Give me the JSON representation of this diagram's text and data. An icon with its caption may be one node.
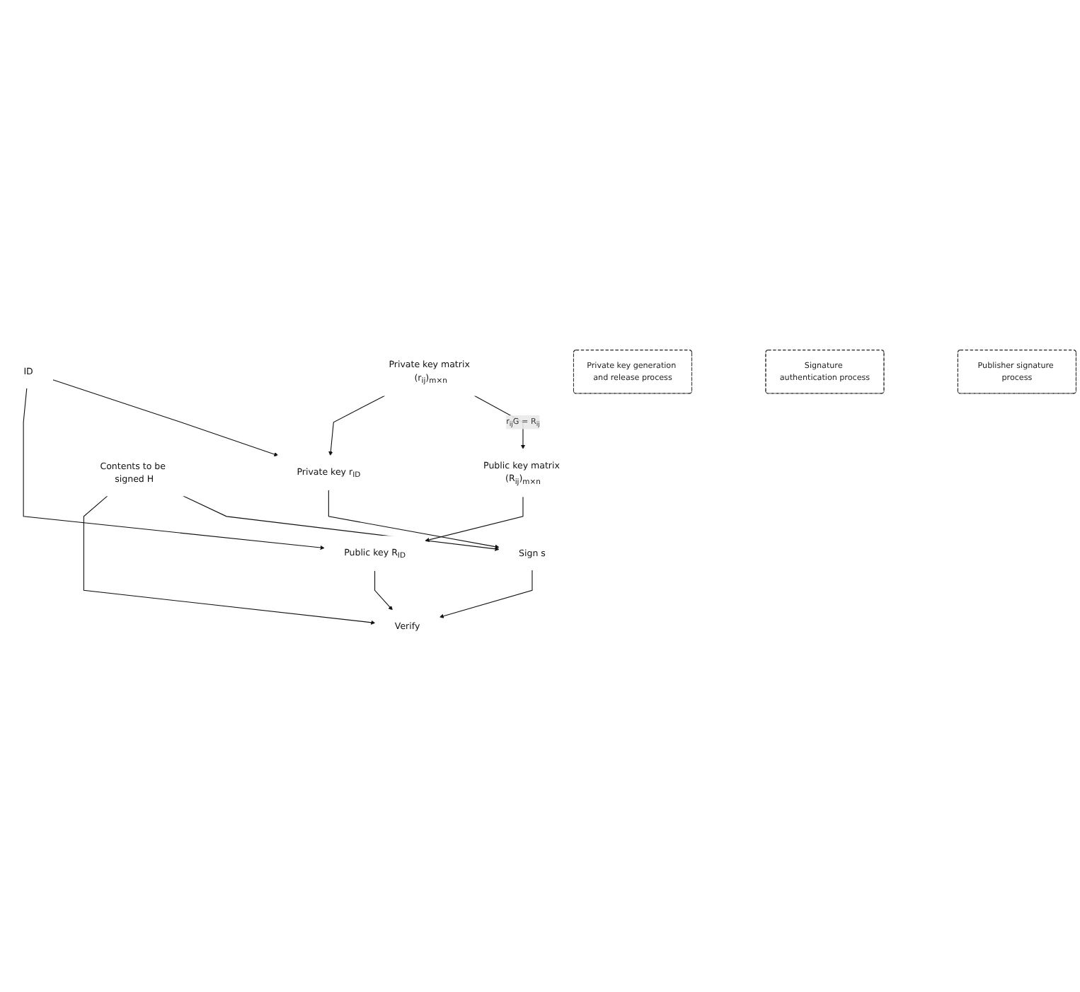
{
  "diagram": {
    "nodes": [
      {
        "text": [
          "Private key generation and release process"
        ]
      },
      {
        "text": [
          "Signature authentication process"
        ]
      },
      {
        "text": [
          "Private key matrix (r$_{ij}$)$_{m×n}$"
        ]
      },
      {
        "text": [
          "Public key matrix (R$_{ij}$)$_{m×n}$"
        ]
      },
      {
        "text": [
          "ID"
        ]
      },
      {
        "text": [
          "Publisher signature process"
        ]
      },
      {
        "text": [
          "Private key r$_{ID}$"
        ]
      },
      {
        "text": [
          "Public key R$_{ID}$"
        ]
      },
      {
        "text": [
          "Contents to be signed H"
        ]
      },
      {
        "text": [
          "Sign s"
        ]
      },
      {
        "text": [
          "Verify"
        ]
      }
    ],
    "edges": [
      {
        "from": 2,
        "to": 3,
        "arrow": "to",
        "label": "r$_{ij}$G = R$_{ij}$"
      },
      {
        "from": 2,
        "to": 6,
        "arrow": "to"
      },
      {
        "from": 4,
        "to": 6,
        "arrow": "to"
      },
      {
        "from": 4,
        "to": 7,
        "arrow": "to"
      },
      {
        "from": 3,
        "to": 7,
        "arrow": "to"
      },
      {
        "from": 6,
        "to": 9,
        "arrow": "to"
      },
      {
        "from": 8,
        "to": 9,
        "arrow": "to"
      },
      {
        "from": 8,
        "to": 10,
        "arrow": "to"
      },
      {
        "from": 7,
        "to": 10,
        "arrow": "to"
      },
      {
        "from": 9,
        "to": 10,
        "arrow": "to"
      }
    ]
  }
}
